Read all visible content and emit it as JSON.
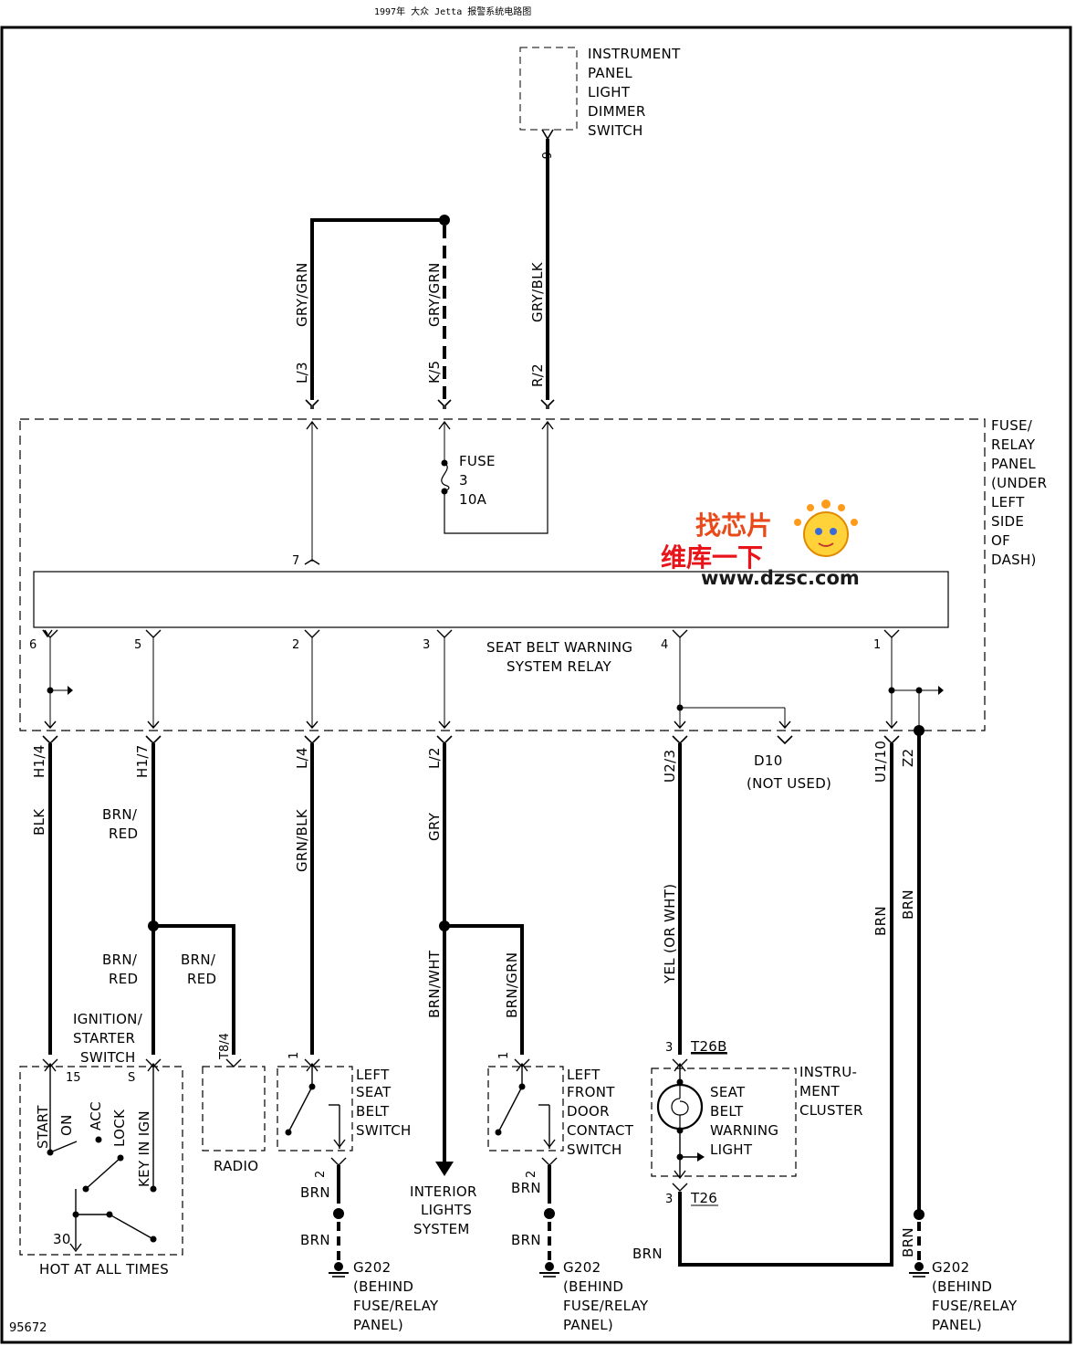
{
  "header": "1997年 大众 Jetta 报警系统电路图",
  "figure_id": "95672",
  "watermark": {
    "top": "找芯片",
    "bottom": "维库一下",
    "url": "www.dzsc.com"
  },
  "dimmer_switch": {
    "label": [
      "INSTRUMENT",
      "PANEL",
      "LIGHT",
      "DIMMER",
      "SWITCH"
    ],
    "pin": "6"
  },
  "top_wires": [
    {
      "pin": "L/3",
      "color": "GRY/GRN"
    },
    {
      "pin": "K/5",
      "color": "GRY/GRN"
    },
    {
      "pin": "R/2",
      "color": "GRY/BLK"
    }
  ],
  "fuse_panel": {
    "label": [
      "FUSE/",
      "RELAY",
      "PANEL",
      "(UNDER",
      "LEFT",
      "SIDE",
      "OF",
      "DASH)"
    ]
  },
  "fuse": {
    "label": [
      "FUSE",
      "3",
      "10A"
    ]
  },
  "relay": {
    "label": [
      "SEAT BELT WARNING",
      "SYSTEM RELAY"
    ],
    "pins": {
      "p7": "7",
      "p6": "6",
      "p5": "5",
      "p2": "2",
      "p3": "3",
      "p4": "4",
      "p1": "1"
    }
  },
  "bottom_connectors": {
    "c1": {
      "pin": "H1/4",
      "color": "BLK"
    },
    "c2": {
      "pin": "H1/7",
      "color": [
        "BRN/",
        "RED"
      ]
    },
    "c3": {
      "pin": "L/4",
      "color": "GRN/BLK"
    },
    "c4": {
      "pin": "L/2",
      "color": "GRY"
    },
    "c5": {
      "pin": "U2/3",
      "color": "YEL (OR WHT)"
    },
    "c6": {
      "pin": "D10",
      "note": "(NOT USED)"
    },
    "c7": {
      "pin": "U1/10",
      "color": "BRN"
    },
    "c8": {
      "pin": "Z2",
      "color": "BRN"
    }
  },
  "splices": {
    "radio_branch_a": [
      "BRN/",
      "RED"
    ],
    "radio_branch_b": [
      "BRN/",
      "RED"
    ],
    "interior_feed": "BRN/WHT",
    "door_branch": "BRN/GRN"
  },
  "ignition_switch": {
    "label": [
      "IGNITION/",
      "STARTER",
      "SWITCH"
    ],
    "pin15": "15",
    "pinS": "S",
    "pin30": "30",
    "positions": [
      "START",
      "ON",
      "ACC",
      "LOCK",
      "KEY IN IGN"
    ],
    "footer": "HOT AT ALL TIMES"
  },
  "radio": {
    "label": "RADIO",
    "pin": "T8/4"
  },
  "seat_belt_switch": {
    "label": [
      "LEFT",
      "SEAT",
      "BELT",
      "SWITCH"
    ],
    "pin_in": "1",
    "pin_out": "2"
  },
  "door_switch": {
    "label": [
      "LEFT",
      "FRONT",
      "DOOR",
      "CONTACT",
      "SWITCH"
    ],
    "pin_in": "1",
    "pin_out": "2"
  },
  "interior_lights": {
    "label": [
      "INTERIOR",
      "LIGHTS",
      "SYSTEM"
    ]
  },
  "cluster": {
    "label": [
      "INSTRU-",
      "MENT",
      "CLUSTER"
    ],
    "light": [
      "SEAT",
      "BELT",
      "WARNING",
      "LIGHT"
    ],
    "conn_top": "T26B",
    "conn_bottom": "T26",
    "pin_top": "3",
    "pin_bottom": "3"
  },
  "grounds": {
    "g1": {
      "wire_a": "BRN",
      "wire_b": "BRN",
      "label": [
        "G202",
        "(BEHIND",
        "FUSE/RELAY",
        "PANEL)"
      ]
    },
    "g2": {
      "wire_a": "BRN",
      "wire_b": "BRN",
      "label": [
        "G202",
        "(BEHIND",
        "FUSE/RELAY",
        "PANEL)"
      ]
    },
    "g3": {
      "wire": "BRN",
      "label": [
        "G202",
        "(BEHIND",
        "FUSE/RELAY",
        "PANEL)"
      ]
    },
    "cluster_return": "BRN"
  }
}
